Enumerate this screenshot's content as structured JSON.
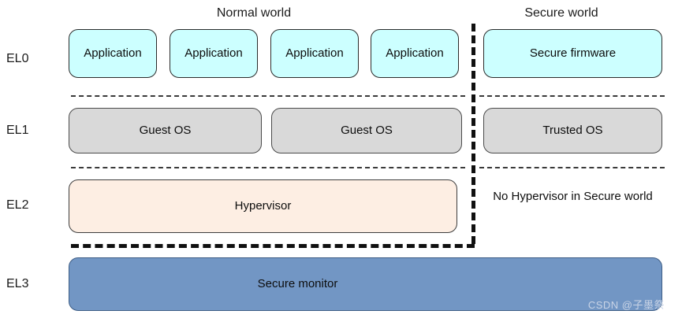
{
  "diagram": {
    "worlds": [
      {
        "id": "normal",
        "title": "Normal world"
      },
      {
        "id": "secure",
        "title": "Secure world"
      }
    ],
    "exception_levels": [
      {
        "label": "EL0"
      },
      {
        "label": "EL1"
      },
      {
        "label": "EL2"
      },
      {
        "label": "EL3"
      }
    ],
    "el0": {
      "normal_boxes": [
        {
          "label": "Application"
        },
        {
          "label": "Application"
        },
        {
          "label": "Application"
        },
        {
          "label": "Application"
        }
      ],
      "secure_boxes": [
        {
          "label": "Secure firmware"
        }
      ]
    },
    "el1": {
      "normal_boxes": [
        {
          "label": "Guest OS"
        },
        {
          "label": "Guest OS"
        }
      ],
      "secure_boxes": [
        {
          "label": "Trusted OS"
        }
      ]
    },
    "el2": {
      "normal_boxes": [
        {
          "label": "Hypervisor"
        }
      ],
      "secure_note": "No Hypervisor in Secure world"
    },
    "el3": {
      "spanning_box": {
        "label": "Secure monitor"
      }
    },
    "colors": {
      "application": "#ccffff",
      "secure_firmware": "#ccffff",
      "guest_os": "#d9d9d9",
      "trusted_os": "#d9d9d9",
      "hypervisor": "#fdeee3",
      "secure_monitor": "#7296c4",
      "divider": "#101010",
      "text": "#0d0d0d",
      "background": "#ffffff"
    }
  },
  "watermark": {
    "text": "CSDN @子墨祭"
  }
}
